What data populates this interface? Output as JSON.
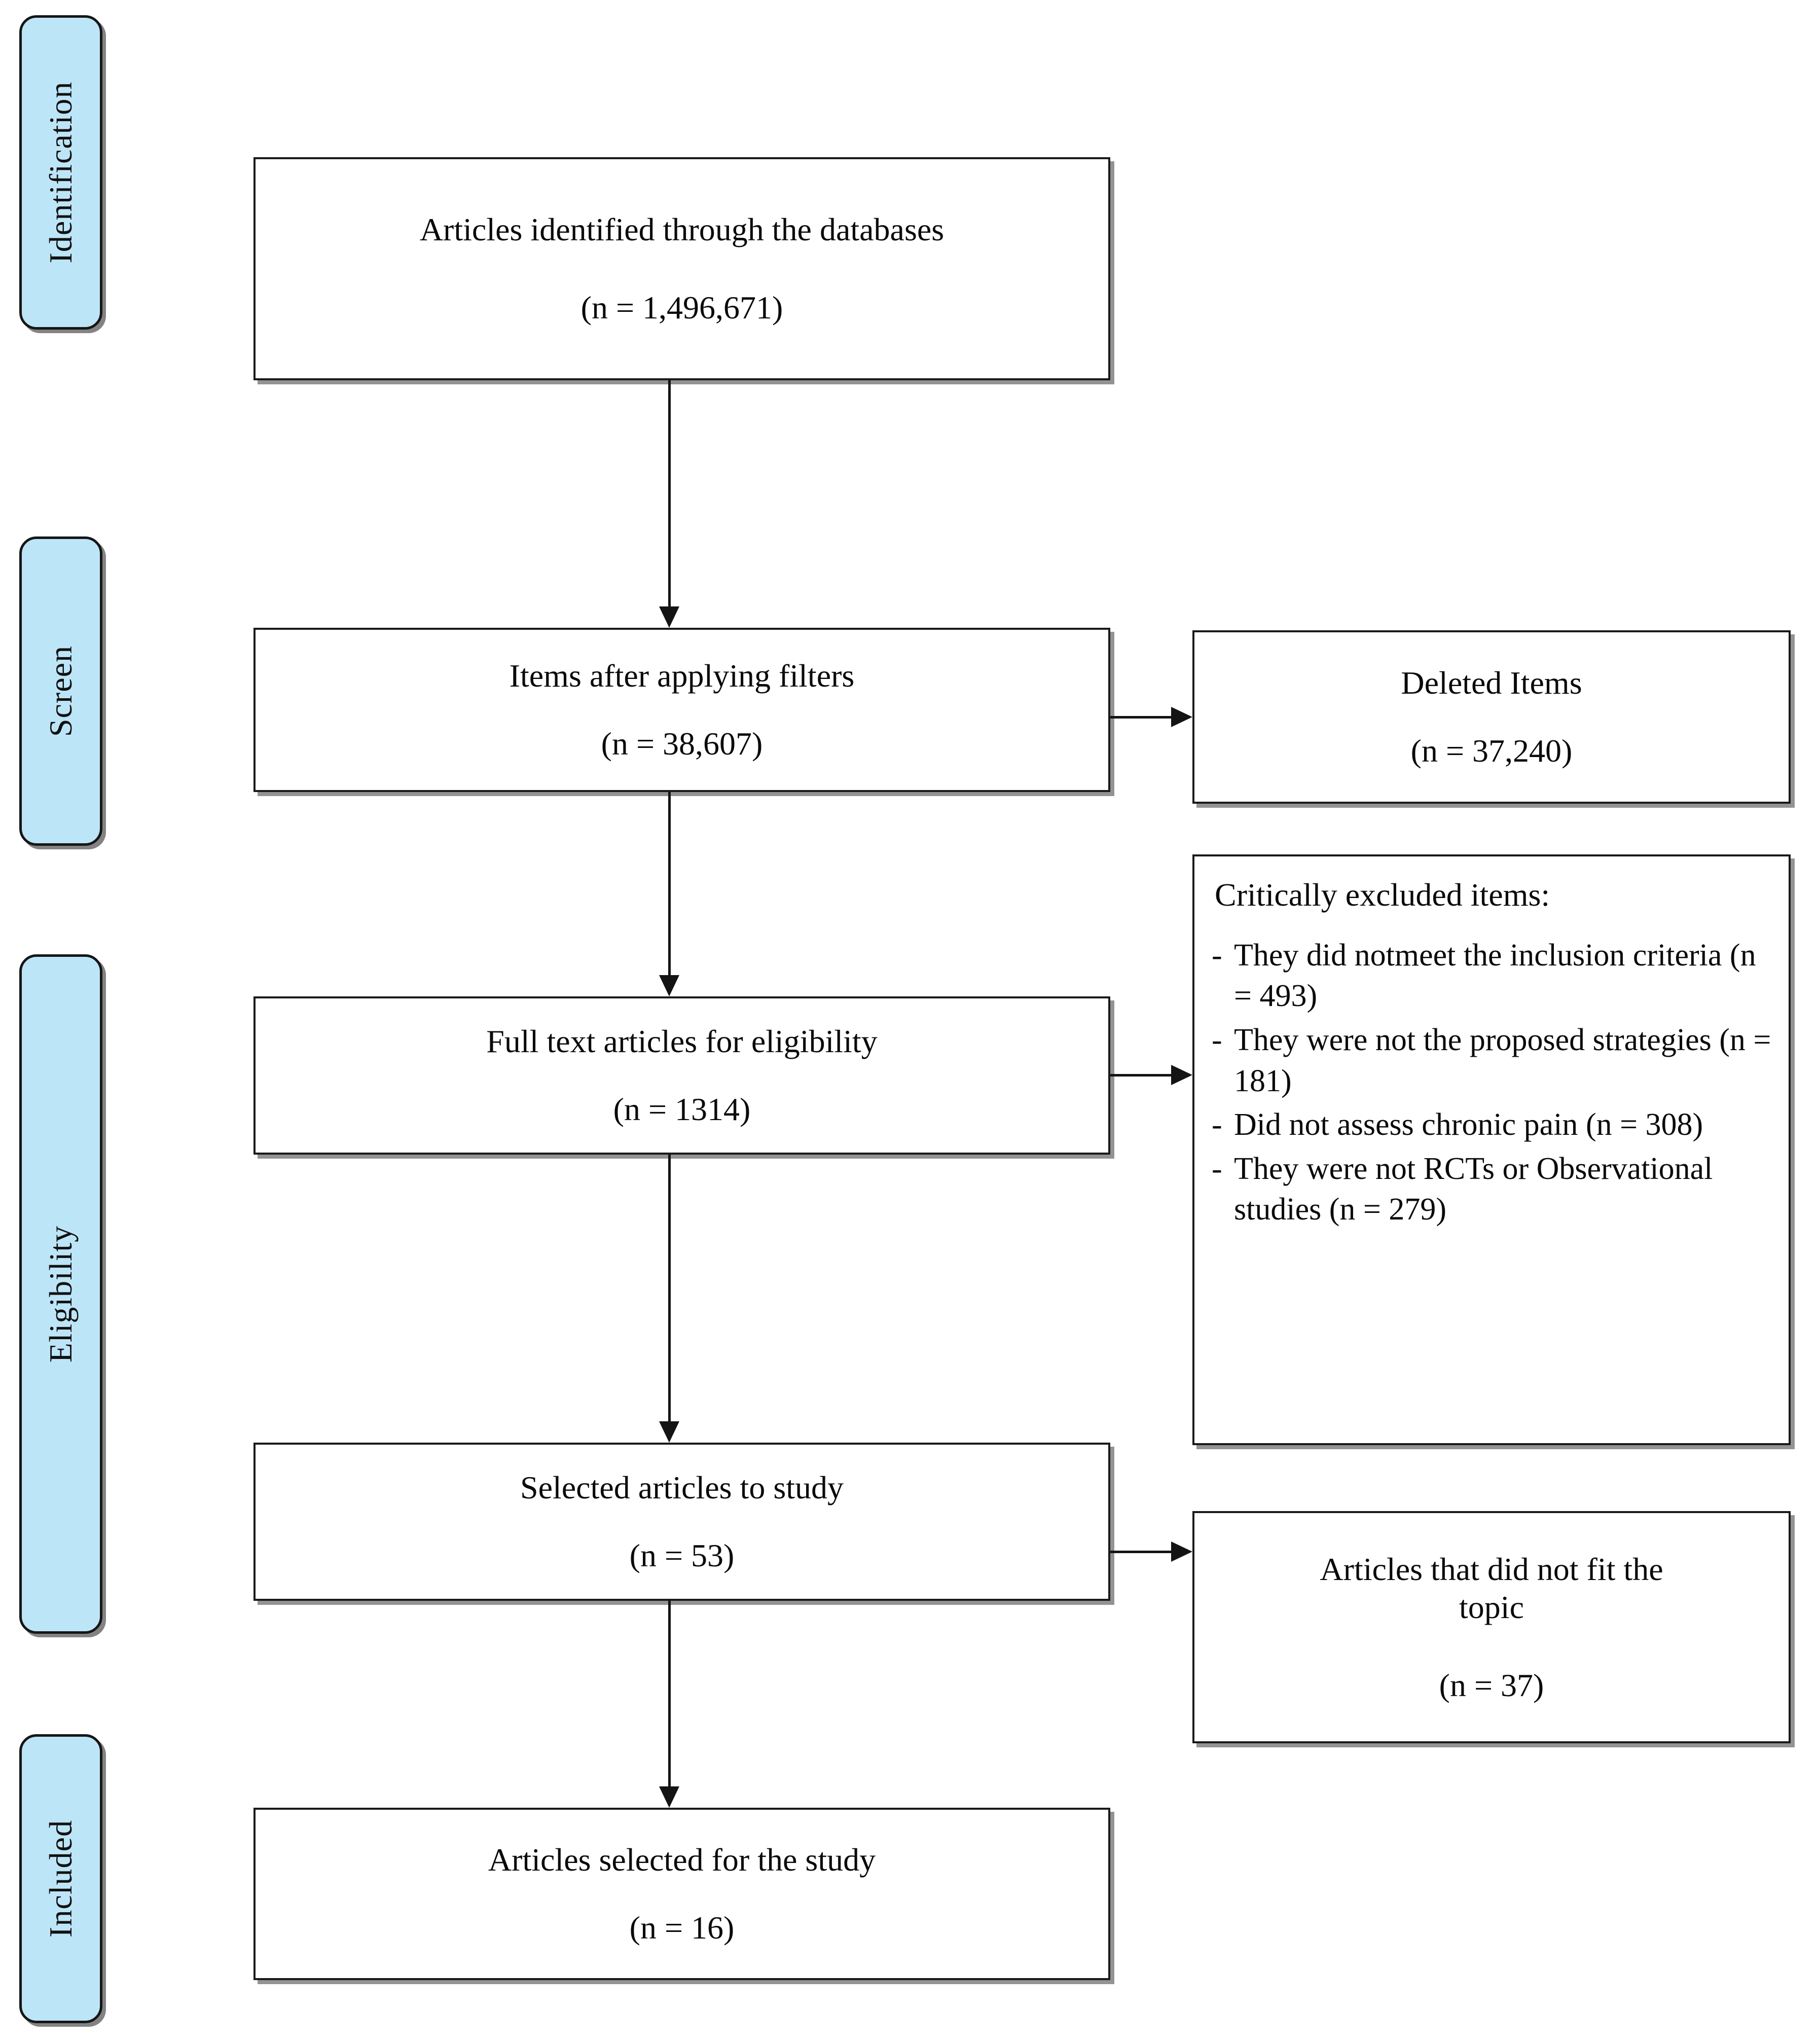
{
  "diagram": {
    "type": "prisma-flow-diagram",
    "stages": [
      {
        "id": "identification",
        "label": "Identification"
      },
      {
        "id": "screen",
        "label": "Screen"
      },
      {
        "id": "eligibility",
        "label": "Eligibility"
      },
      {
        "id": "included",
        "label": "Included"
      }
    ],
    "main_boxes": [
      {
        "id": "identified",
        "title": "Articles identified through the databases",
        "count": "(n = 1,496,671)"
      },
      {
        "id": "filtered",
        "title": "Items after applying filters",
        "count": "(n = 38,607)"
      },
      {
        "id": "fulltext",
        "title": "Full text articles for eligibility",
        "count": "(n = 1314)"
      },
      {
        "id": "selected",
        "title": "Selected articles to study",
        "count": "(n = 53)"
      },
      {
        "id": "final",
        "title": "Articles selected for the study",
        "count": "(n = 16)"
      }
    ],
    "side_boxes": [
      {
        "id": "deleted",
        "title": "Deleted Items",
        "count": "(n = 37,240)"
      },
      {
        "id": "not_fit",
        "title_line1": "Articles that did not fit the",
        "title_line2": "topic",
        "count": "(n = 37)"
      }
    ],
    "exclusion_panel": {
      "id": "critically-excluded",
      "heading": "Critically excluded items:",
      "bullet_marker": "-",
      "items": [
        {
          "line1": "They did notmeet the",
          "line2": "inclusion criteria (n = 493)"
        },
        {
          "line1": "They were not the proposed",
          "line2": "strategies (n = 181)"
        },
        {
          "line1": "Did not assess chronic pain",
          "line2": "(n = 308)"
        },
        {
          "line1": "They were not RCTs or",
          "line2": "Observational studies",
          "line3": "(n = 279)"
        }
      ]
    },
    "colors": {
      "stage_fill": "#bde5f8",
      "stroke": "#1a1a1a",
      "background": "#ffffff"
    }
  }
}
